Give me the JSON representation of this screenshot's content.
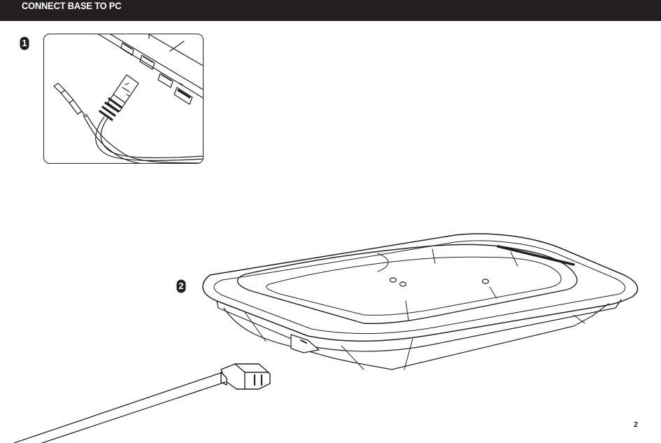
{
  "header": {
    "title": "CONNECT BASE TO PC"
  },
  "steps": [
    {
      "number": "1"
    },
    {
      "number": "2"
    }
  ],
  "footer": {
    "page_number": "2"
  },
  "icons": {
    "usb_symbol": "usb-icon",
    "port_panel": "pc-ports-icon",
    "base_unit": "base-illustration",
    "cable": "cable-illustration"
  },
  "colors": {
    "header_bg": "#231f20",
    "header_text": "#ffffff",
    "line": "#231f20"
  }
}
